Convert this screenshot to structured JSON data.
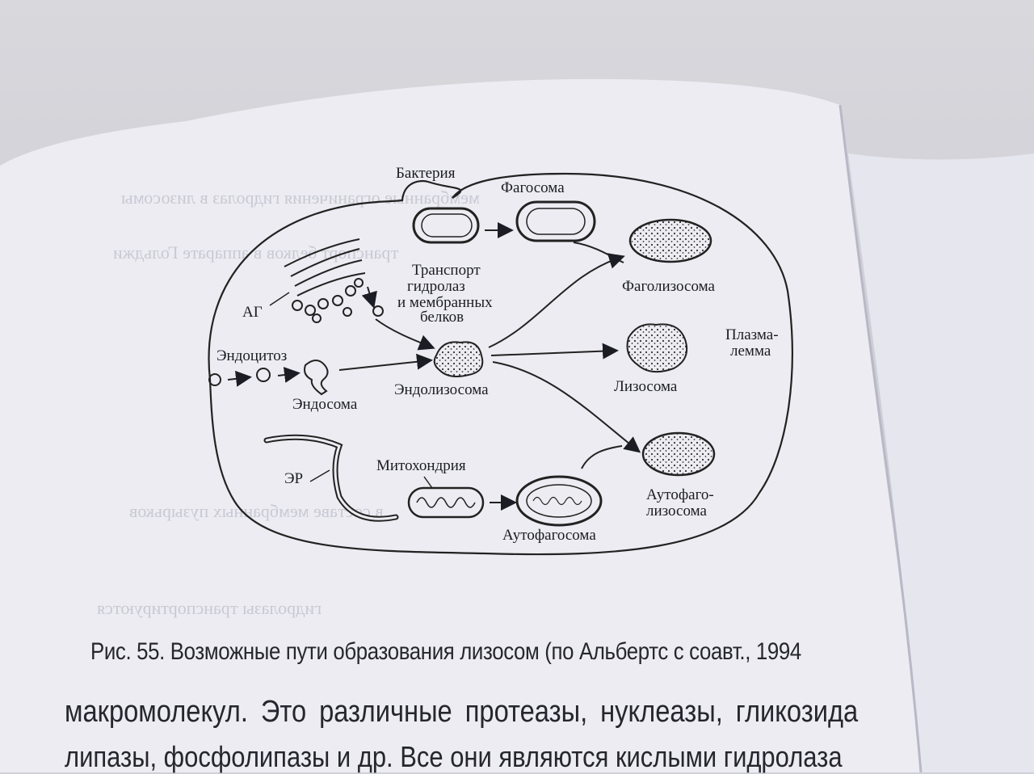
{
  "figure": {
    "labels": {
      "bacteria": "Бактерия",
      "phagosome": "Фагосома",
      "phagolysosome": "Фаголизосома",
      "transport_1": "Транспорт",
      "transport_2": "гидролаз",
      "transport_3": "и мембранных",
      "transport_4": "белков",
      "golgi": "АГ",
      "endocytosis": "Эндоцитоз",
      "endosome": "Эндосома",
      "endolysosome": "Эндолизосома",
      "lysosome": "Лизосома",
      "plasmalemma_1": "Плазма-",
      "plasmalemma_2": "лемма",
      "er": "ЭР",
      "mitochondrion": "Митохондрия",
      "autophagosome": "Аутофагосома",
      "autophagolysosome_1": "Аутофаго-",
      "autophagolysosome_2": "лизосома"
    }
  },
  "caption": "Рис. 55. Возможные пути образования лизосом (по Альбертс с соавт., 1994",
  "body_text": {
    "line1": "макромолекул. Это различные протеазы,   нуклеазы,   гликозида",
    "line2": "липазы, фосфолипазы и др. Все они являются кислыми гидролаза"
  },
  "colors": {
    "paper": "#eeeef4",
    "ink": "#1c1c24",
    "desk": "#cfd0d8"
  }
}
